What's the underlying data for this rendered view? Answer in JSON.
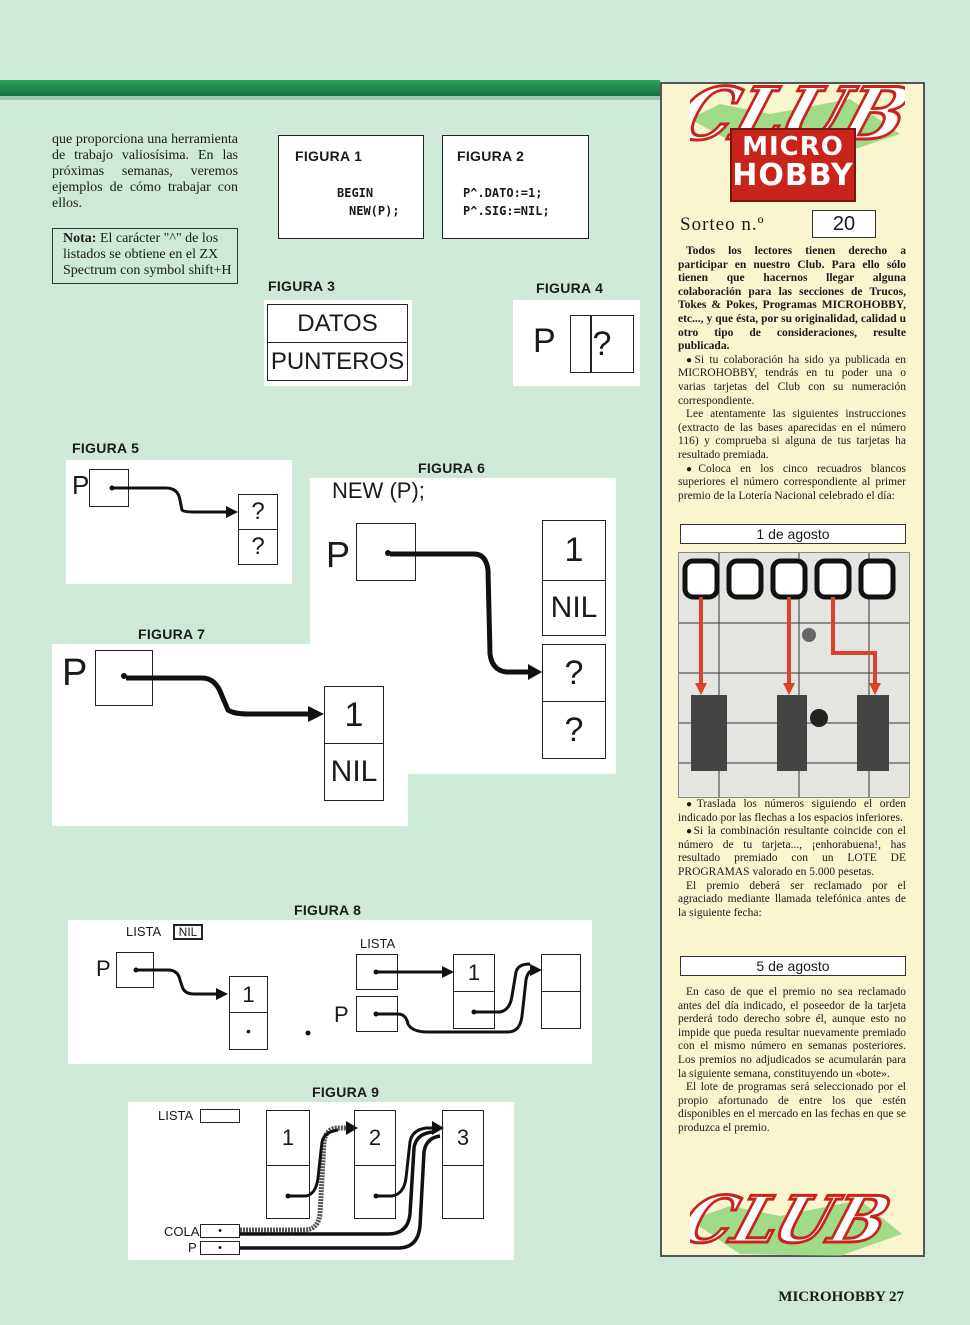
{
  "intro_text": "que proporciona una herramienta de trabajo valiosísima. En las próximas semanas, veremos ejemplos de cómo trabajar con ellos.",
  "note": {
    "label": "Nota:",
    "text": "El carácter \"^\" de los listados se obtiene en el ZX Spectrum con symbol shift+H"
  },
  "figures": {
    "fig1": {
      "title": "FIGURA 1",
      "code": [
        "BEGIN",
        "NEW(P);"
      ]
    },
    "fig2": {
      "title": "FIGURA 2",
      "code": [
        "P^.DATO:=1;",
        "P^.SIG:=NIL;"
      ]
    },
    "fig3": {
      "title": "FIGURA 3",
      "rows": [
        "DATOS",
        "PUNTEROS"
      ]
    },
    "fig4": {
      "title": "FIGURA 4",
      "p": "P",
      "q": "?"
    },
    "fig5": {
      "title": "FIGURA 5",
      "p": "P",
      "q1": "?",
      "q2": "?"
    },
    "fig6": {
      "title": "FIGURA 6",
      "code": "NEW (P);",
      "p": "P",
      "v1": "1",
      "v2": "NIL",
      "q1": "?",
      "q2": "?"
    },
    "fig7": {
      "title": "FIGURA 7",
      "p": "P",
      "v1": "1",
      "v2": "NIL"
    },
    "fig8": {
      "title": "FIGURA 8",
      "lista": "LISTA",
      "nil": "NIL",
      "p": "P",
      "v1": "1",
      "lista2": "LISTA",
      "p2": "P",
      "v2": "1"
    },
    "fig9": {
      "title": "FIGURA 9",
      "lista": "LISTA",
      "v1": "1",
      "v2": "2",
      "v3": "3",
      "cola": "COLA",
      "p": "P"
    }
  },
  "club": {
    "logo_text": "CLUB",
    "brand_line1": "MICRO",
    "brand_line2": "HOBBY",
    "sorteo_label": "Sorteo n.º",
    "sorteo_number": "20",
    "para1_bold": "Todos los lectores tienen derecho a participar en nuestro Club. Para ello sólo tienen que hacernos llegar alguna colaboración para las secciones de Trucos, Tokes & Pokes, Programas MICROHOBBY, etc..., y que ésta, por su originalidad, calidad u otro tipo de consideraciones, resulte publicada.",
    "para2": "Si tu colaboración ha sido ya publicada en MICROHOBBY, tendrás en tu poder una o varias tarjetas del Club con su numeración correspondiente.",
    "para3": "Lee atentamente las siguientes instrucciones (extracto de las bases aparecidas en el número 116) y comprueba si alguna de tus tarjetas ha resultado premiada.",
    "para4": "Coloca en los cinco recuadros blancos superiores el número correspondiente al primer premio de la Lotería Nacional celebrado el día:",
    "date1": "1 de agosto",
    "para5": "Traslada los números siguiendo el orden indicado por las flechas a los espacios inferiores.",
    "para6": "Si la combinación resultante coincide con el número de tu tarjeta..., ¡enhorabuena!, has resultado premiado con un LOTE DE PROGRAMAS valorado en 5.000 pesetas.",
    "para7": "El premio deberá ser reclamado por el agraciado mediante llamada telefónica antes de la siguiente fecha:",
    "date2": "5 de agosto",
    "para8": "En caso de que el premio no sea reclamado antes del día indicado, el poseedor de la tarjeta perderá todo derecho sobre él, aunque esto no impide que pueda resultar nuevamente premiado con el mismo número en semanas posteriores. Los premios no adjudicados se acumularán para la siguiente semana, constituyendo un «bote».",
    "para9": "El lote de programas será seleccionado por el propio afortunado de entre los que estén disponibles en el mercado en las fechas en que se produzca el premio."
  },
  "footer": "MICROHOBBY 27",
  "colors": {
    "page_bg": "#cfe9d9",
    "stripe": "#1f8a4c",
    "sidebar_bg": "#f8f5cf",
    "brand_red": "#c8241c"
  }
}
